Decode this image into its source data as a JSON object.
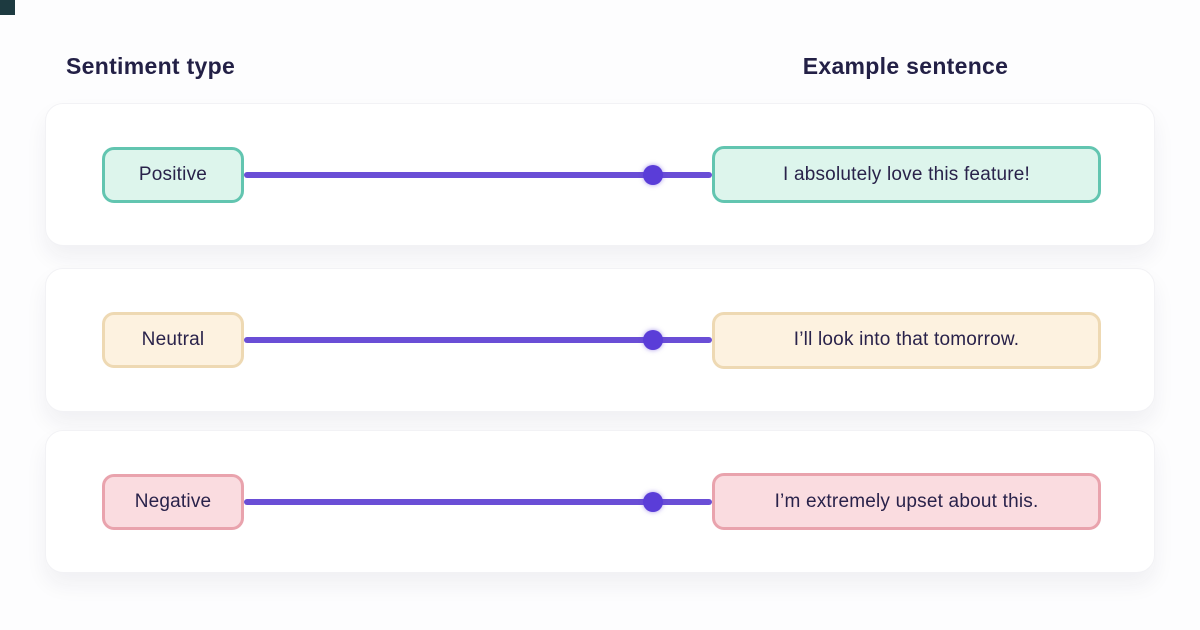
{
  "page": {
    "background_color": "#fdfdfe",
    "card_color": "#ffffff",
    "corner_mark_color": "#1d3a40"
  },
  "headers": {
    "sentiment_type": "Sentiment type",
    "example_sentence": "Example sentence",
    "text_color": "#232046"
  },
  "connector": {
    "line_color": "#6a4ed6",
    "dot_color": "#5a3dd8"
  },
  "rows": [
    {
      "label": "Positive",
      "sentence": "I absolutely love this feature!",
      "fill_color": "#ddf5ec",
      "border_color": "#62c5b0"
    },
    {
      "label": "Neutral",
      "sentence": "I’ll look into that tomorrow.",
      "fill_color": "#fdf2e0",
      "border_color": "#eed9b3"
    },
    {
      "label": "Negative",
      "sentence": "I’m extremely upset about this.",
      "fill_color": "#fadce0",
      "border_color": "#e9a3ad"
    }
  ]
}
